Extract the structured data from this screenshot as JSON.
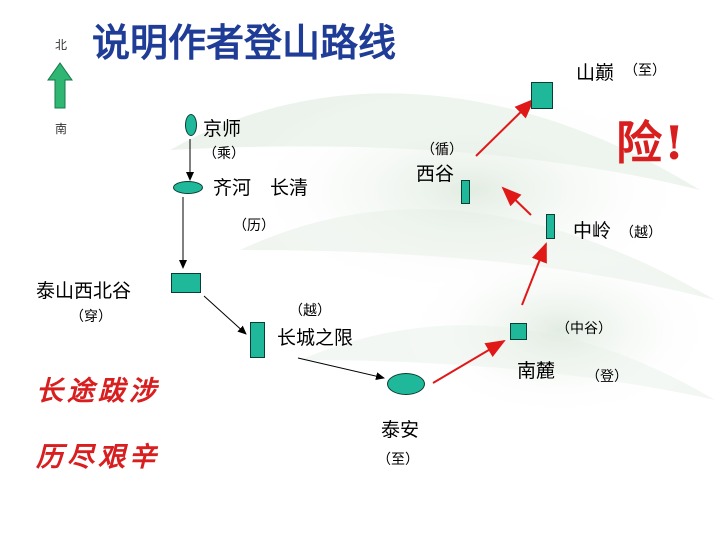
{
  "title": "说明作者登山路线",
  "compass": {
    "north": "北",
    "south": "南"
  },
  "places": {
    "jingshi": "京师",
    "jingshi_note": "（乘）",
    "qihe": "齐河　长清",
    "qihe_note": "（历）",
    "taishan_xibeigu": "泰山西北谷",
    "taishan_xibeigu_note": "（穿）",
    "changcheng": "长城之限",
    "changcheng_note": "（越）",
    "taian": "泰安",
    "taian_note": "（至）",
    "nanlu": "南麓",
    "nanlu_note": "（登）",
    "zhonggu_note": "（中谷）",
    "zhongling": "中岭",
    "zhongling_note": "（越）",
    "xigu": "西谷",
    "xigu_note": "（循）",
    "shandian": "山巅",
    "shandian_note": "（至）"
  },
  "danger": "险!",
  "phrases": [
    "长途跋涉",
    "历尽艰辛"
  ],
  "colors": {
    "title": "#1f3c96",
    "node_fill": "#20b89a",
    "node_border": "#0a3d33",
    "arrow_black": "#000000",
    "arrow_red": "#e01818",
    "accent_red": "#d81e1e",
    "compass_arrow": "#2fb673"
  }
}
